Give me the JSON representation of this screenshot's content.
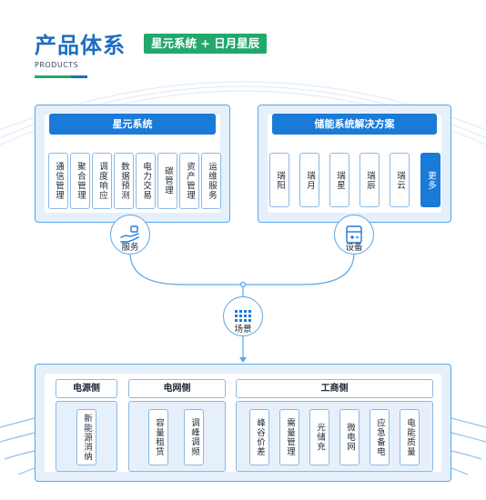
{
  "header": {
    "title": "产品体系",
    "badge": "星元系统 + 日月星辰",
    "subtitle": "PRODUCTS"
  },
  "left_panel": {
    "title": "星元系统",
    "items": [
      "通信管理",
      "聚合管理",
      "调度响应",
      "数据预测",
      "电力交易",
      "碳管理",
      "资产管理",
      "运维服务"
    ]
  },
  "right_panel": {
    "title": "储能系统解决方案",
    "items": [
      "瑞阳",
      "瑞月",
      "瑞星",
      "瑞辰",
      "瑞云"
    ],
    "more_label": "更多"
  },
  "connectors": {
    "service_label": "服务",
    "device_label": "设备",
    "scene_label": "场景"
  },
  "bottom": {
    "sections": [
      {
        "title": "电源侧",
        "items": [
          "新能源消纳"
        ]
      },
      {
        "title": "电网侧",
        "items": [
          "容量租赁",
          "调峰调频"
        ]
      },
      {
        "title": "工商侧",
        "items": [
          "峰谷价差",
          "需量管理",
          "光储充",
          "微电网",
          "应急备电",
          "电能质量"
        ]
      }
    ]
  },
  "colors": {
    "primary": "#1a7ad8",
    "accent_green": "#23a86b",
    "border": "#5aa6e6",
    "panel_bg": "#e6f0fb"
  }
}
